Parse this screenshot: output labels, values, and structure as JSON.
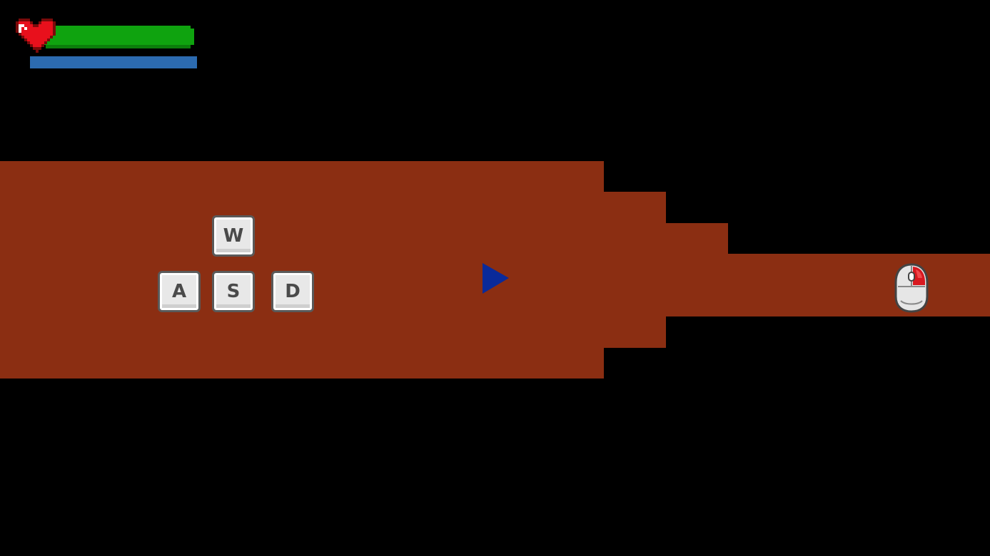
{
  "hud": {
    "health": {
      "icon": "heart-icon",
      "level": 1.0,
      "color": "#0FA30F"
    },
    "mana": {
      "level": 1.0,
      "color": "#2C6BB0"
    }
  },
  "world": {
    "background_color": "#000000",
    "floor_color": "#8B2E12"
  },
  "controls_hint": {
    "keys": {
      "up": "W",
      "left": "A",
      "down": "S",
      "right": "D"
    },
    "mouse_icon": "mouse-icon",
    "mouse_highlight": "right-button"
  },
  "player": {
    "icon": "triangle-right-icon",
    "color": "#0A2A9A"
  }
}
